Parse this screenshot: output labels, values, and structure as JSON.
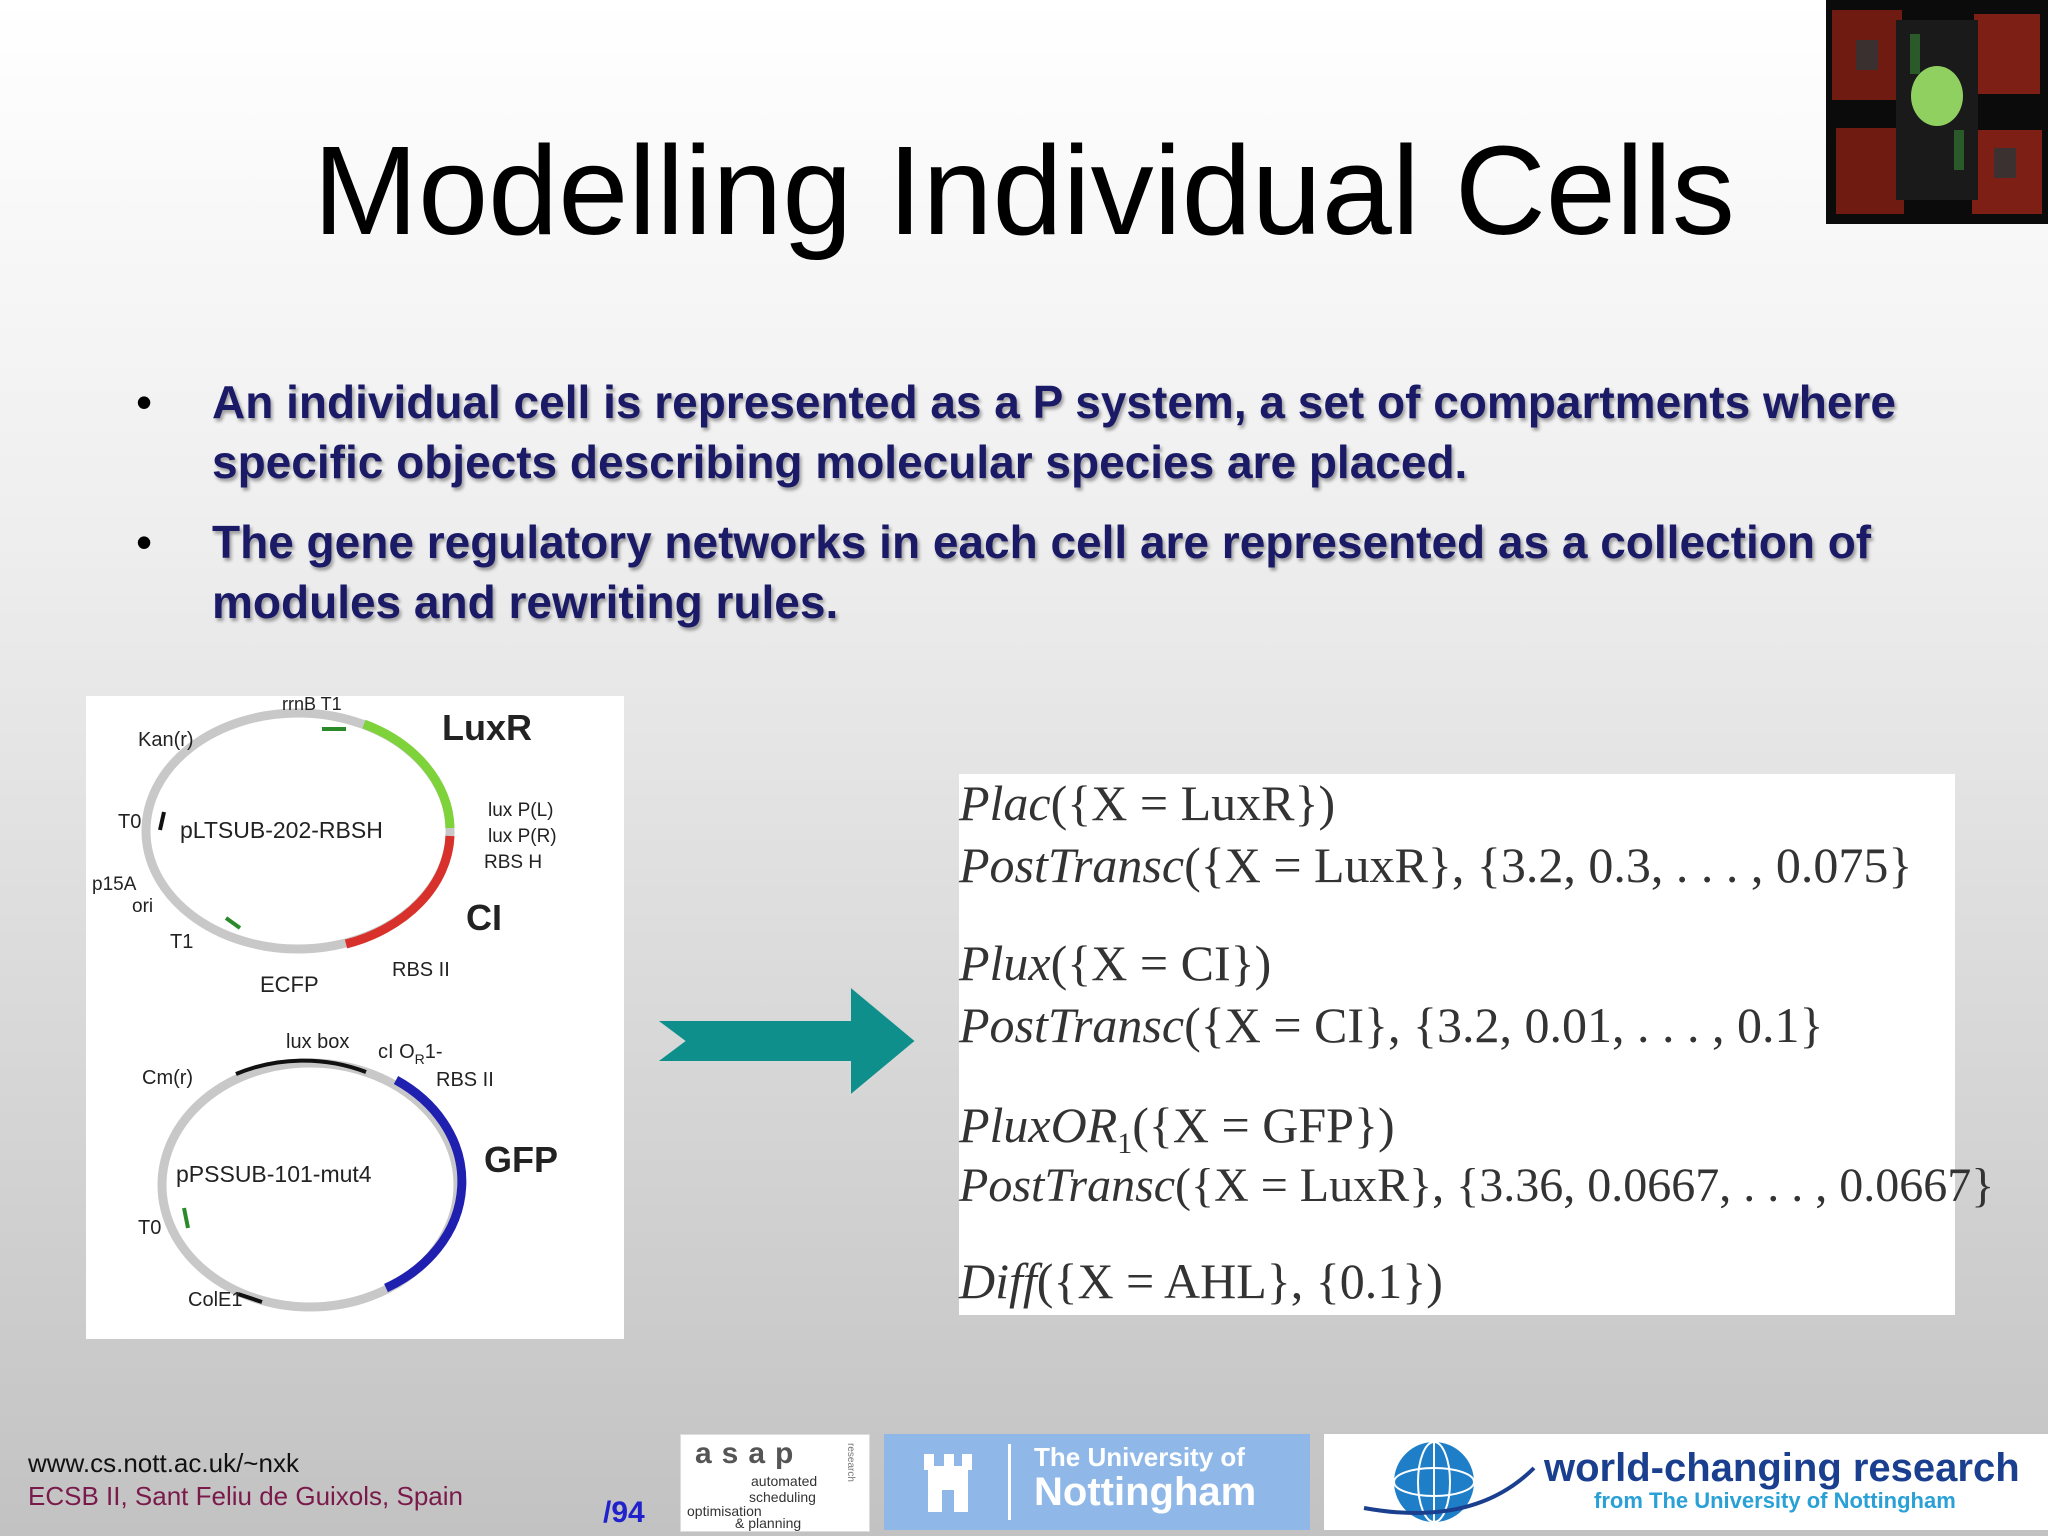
{
  "title": "Modelling Individual Cells",
  "bullets": [
    {
      "text": "An individual cell is represented as a P system, a set of compartments where specific objects describing molecular species are placed."
    },
    {
      "text": "The gene regulatory networks in each cell are represented as a collection of modules and rewriting rules."
    }
  ],
  "plasmid1": {
    "name": "pLTSUB-202-RBSH",
    "labels": {
      "rrnb": "rrnB T1",
      "kan": "Kan(r)",
      "luxr": "LuxR",
      "t0": "T0",
      "luxpl": "lux P(L)",
      "luxpr": "lux P(R)",
      "rbsh": "RBS H",
      "p15a": "p15A",
      "ori": "ori",
      "ci": "CI",
      "t1": "T1",
      "rbsii": "RBS II",
      "ecfp": "ECFP"
    }
  },
  "plasmid2": {
    "name": "pPSSUB-101-mut4",
    "labels": {
      "luxbox": "lux box",
      "cior1": "cI O",
      "r_sub": "R",
      "one_dash": "1-",
      "cm": "Cm(r)",
      "rbsii": "RBS II",
      "gfp": "GFP",
      "t0": "T0",
      "cole1": "ColE1"
    }
  },
  "equations": [
    {
      "fn": "Plac",
      "args": "({X = LuxR})"
    },
    {
      "fn": "PostTransc",
      "args": "({X = LuxR}, {3.2, 0.3, . . . , 0.075}"
    },
    {
      "fn": "Plux",
      "args": "({X = CI})"
    },
    {
      "fn": "PostTransc",
      "args": "({X = CI}, {3.2, 0.01, . . . , 0.1}"
    },
    {
      "fn": "PluxOR",
      "sub": "1",
      "args": "({X = GFP})"
    },
    {
      "fn": "PostTransc",
      "args": "({X = LuxR}, {3.36, 0.0667, . . . , 0.0667}"
    },
    {
      "fn": "Diff",
      "args": "({X = AHL}, {0.1})"
    }
  ],
  "footer": {
    "url": "www.cs.nott.ac.uk/~nxk",
    "conference": "ECSB II, Sant Feliu de Guixols, Spain",
    "page": "/94"
  },
  "logos": {
    "asap": {
      "name": "asap",
      "research": "research",
      "words": [
        "automated",
        "scheduling",
        "optimisation",
        "& planning"
      ]
    },
    "nottingham": {
      "line1": "The University of",
      "line2": "Nottingham"
    },
    "world": {
      "line1": "world-changing research",
      "line2": "from The University of Nottingham"
    }
  },
  "colors": {
    "bullet_text": "#1a1a66",
    "luxr": "#7ed23a",
    "ci": "#d8302a",
    "gfp": "#2020b0",
    "arrow": "#0e8f8c",
    "footer_conf": "#7a1a4a",
    "page": "#2222cc"
  }
}
